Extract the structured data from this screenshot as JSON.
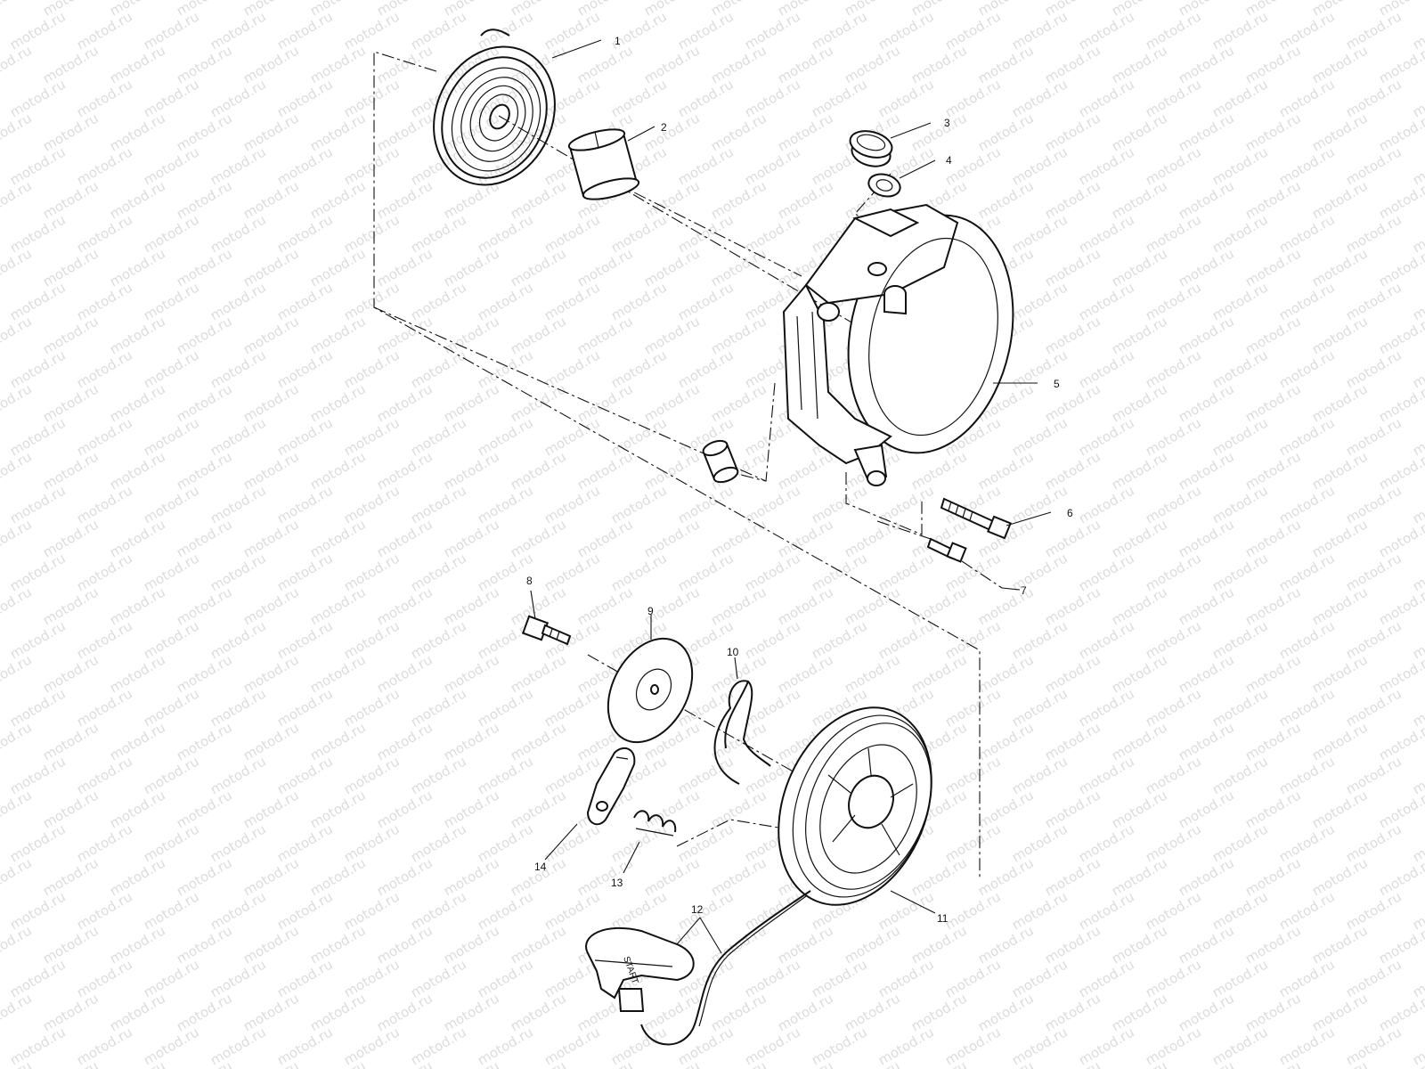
{
  "watermark": "motod.ru",
  "callouts": [
    {
      "id": "1",
      "label": "1"
    },
    {
      "id": "2",
      "label": "2"
    },
    {
      "id": "3",
      "label": "3"
    },
    {
      "id": "4",
      "label": "4"
    },
    {
      "id": "5",
      "label": "5"
    },
    {
      "id": "6",
      "label": "6"
    },
    {
      "id": "7",
      "label": "7"
    },
    {
      "id": "8",
      "label": "8"
    },
    {
      "id": "9",
      "label": "9"
    },
    {
      "id": "10",
      "label": "10"
    },
    {
      "id": "11",
      "label": "11"
    },
    {
      "id": "12",
      "label": "12"
    },
    {
      "id": "13",
      "label": "13"
    },
    {
      "id": "14",
      "label": "14"
    }
  ],
  "handle_text": "START"
}
